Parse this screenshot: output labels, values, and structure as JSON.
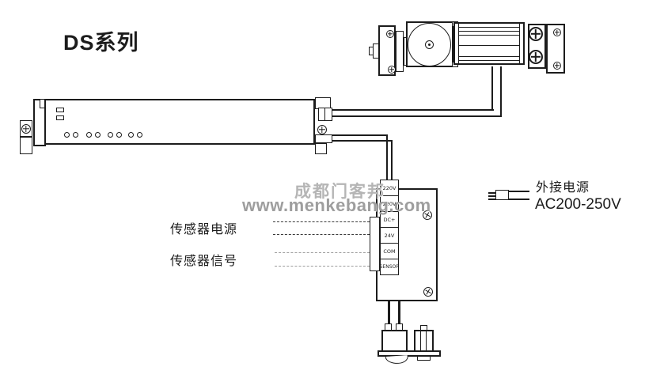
{
  "title": "DS系列",
  "watermark": {
    "line1": "成都门客邦",
    "line2": "www.menkebang.com"
  },
  "terminal_block": {
    "labels": [
      "220V",
      "220V",
      "DC+",
      "24V",
      "COM",
      "SENSOR"
    ]
  },
  "annotations": {
    "sensor_power": "传感器电源",
    "sensor_signal": "传感器信号",
    "external_power": "外接电源",
    "external_power_rating": "AC200-250V"
  },
  "components": {
    "rail_unit": "controller-rail",
    "motor_unit": "motor-assembly",
    "control_board": "control-board",
    "sensor_unit": "sensor-head",
    "power_plug": "power-cord-icon"
  },
  "colors": {
    "line": "#1c1c1c",
    "watermark_light": "#b5b5b5",
    "watermark_dark": "#9e9e9e",
    "background": "#ffffff"
  }
}
